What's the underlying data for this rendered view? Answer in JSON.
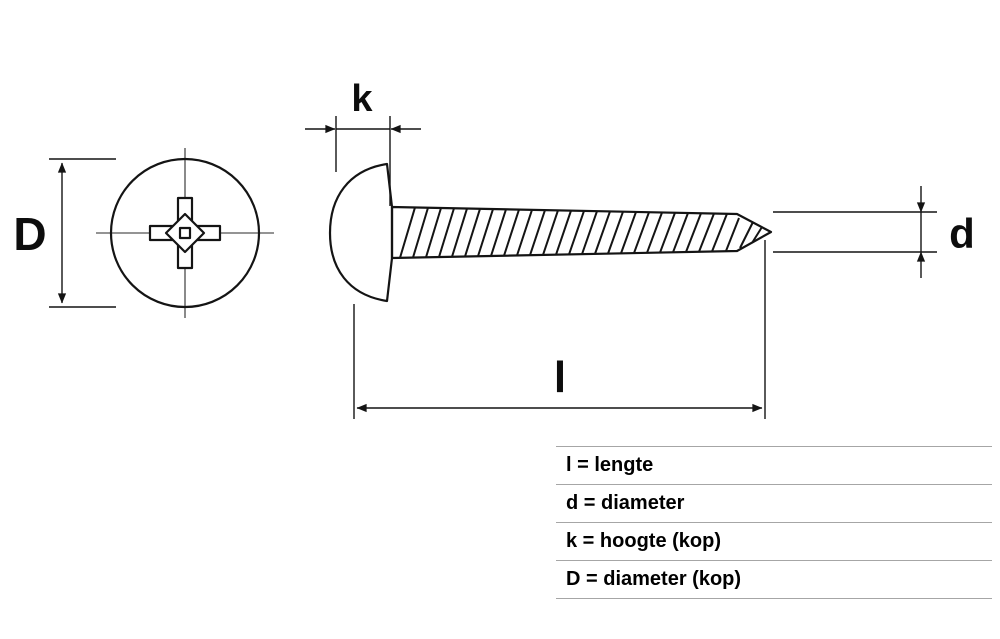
{
  "diagram": {
    "title": "screw-dimension-drawing",
    "labels": {
      "D": "D",
      "k": "k",
      "d": "d",
      "l": "l"
    },
    "colors": {
      "line": "#141414",
      "legend_border": "#a6a6a6"
    }
  },
  "legend": {
    "rows": [
      {
        "text": "l = lengte"
      },
      {
        "text": "d = diameter"
      },
      {
        "text": "k = hoogte (kop)"
      },
      {
        "text": "D = diameter (kop)"
      }
    ]
  }
}
